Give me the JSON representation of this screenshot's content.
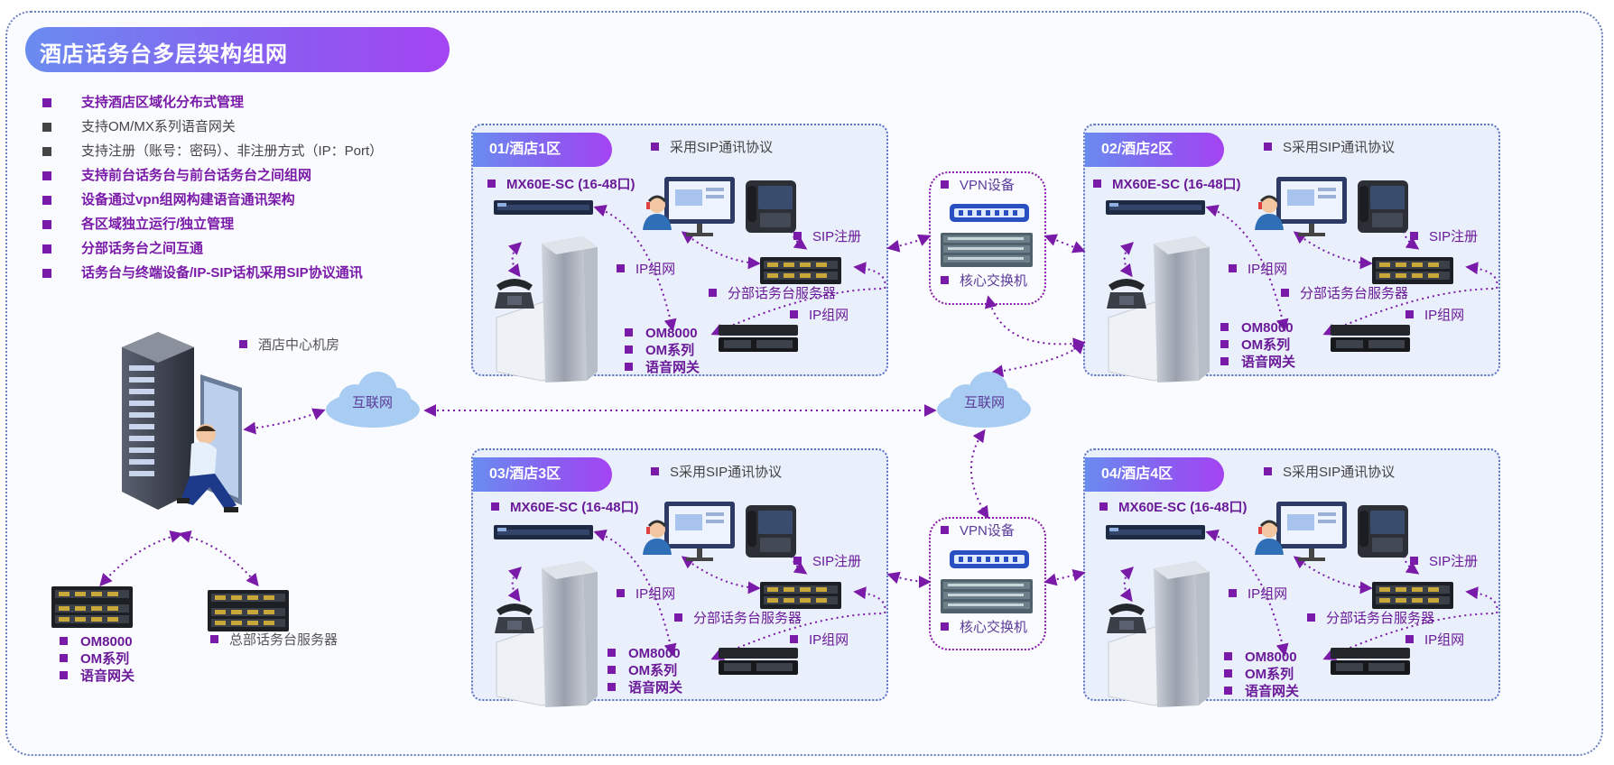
{
  "title": "酒店话务台多层架构组网",
  "features": [
    {
      "text": "支持酒店区域化分布式管理",
      "style": "purple"
    },
    {
      "text": "支持OM/MX系列语音网关",
      "style": "gray"
    },
    {
      "text": "支持注册（账号：密码）、非注册方式（IP：Port）",
      "style": "gray"
    },
    {
      "text": "支持前台话务台与前台话务台之间组网",
      "style": "purple"
    },
    {
      "text": "设备通过vpn组网构建语音通讯架构",
      "style": "purple"
    },
    {
      "text": "各区域独立运行/独立管理",
      "style": "purple"
    },
    {
      "text": "分部话务台之间互通",
      "style": "purple"
    },
    {
      "text": "话务台与终端设备/IP-SIP话机采用SIP协议通讯",
      "style": "purple"
    }
  ],
  "datacenter": {
    "label": "酒店中心机房",
    "server_label": "总部话务台服务器",
    "devices": [
      "OM8000",
      "OM系列",
      "语音网关"
    ]
  },
  "internet_label": "互联网",
  "vpn": {
    "vpn_label": "VPN设备",
    "switch_label": "核心交换机"
  },
  "zones": [
    {
      "name": "01/酒店1区",
      "protocol": "采用SIP通讯协议",
      "mx": "MX60E-SC (16-48口)",
      "sip": "SIP注册",
      "ipnet": "IP组网",
      "ipnet2": "IP组网",
      "branch": "分部话务台服务器",
      "devices": [
        "OM8000",
        "OM系列",
        "语音网关"
      ]
    },
    {
      "name": "02/酒店2区",
      "protocol": "S采用SIP通讯协议",
      "mx": "MX60E-SC (16-48口)",
      "sip": "SIP注册",
      "ipnet": "IP组网",
      "ipnet2": "IP组网",
      "branch": "分部话务台服务器",
      "devices": [
        "OM8000",
        "OM系列",
        "语音网关"
      ]
    },
    {
      "name": "03/酒店3区",
      "protocol": "S采用SIP通讯协议",
      "mx": "MX60E-SC (16-48口)",
      "sip": "SIP注册",
      "ipnet": "IP组网",
      "ipnet2": "IP组网",
      "branch": "分部话务台服务器",
      "devices": [
        "OM8000",
        "OM系列",
        "语音网关"
      ]
    },
    {
      "name": "04/酒店4区",
      "protocol": "S采用SIP通讯协议",
      "mx": "MX60E-SC (16-48口)",
      "sip": "SIP注册",
      "ipnet": "IP组网",
      "ipnet2": "IP组网",
      "branch": "分部话务台服务器",
      "devices": [
        "OM8000",
        "OM系列",
        "语音网关"
      ]
    }
  ],
  "colors": {
    "accent": "#7a1aa8",
    "link": "#7a1aa8",
    "zone_bg": "#e9f0fb",
    "cloud": "#a9cdf2",
    "title_from": "#6a8cf0",
    "title_to": "#a444f2"
  },
  "icons": [
    "server-rack-icon",
    "engineer-icon",
    "cloud-icon",
    "vpn-device-icon",
    "core-switch-icon",
    "mx-gateway-icon",
    "desk-phone-icon",
    "ip-phone-icon",
    "operator-workstation-icon",
    "branch-server-icon",
    "om-gateway-icon",
    "hotel-building-icon"
  ]
}
